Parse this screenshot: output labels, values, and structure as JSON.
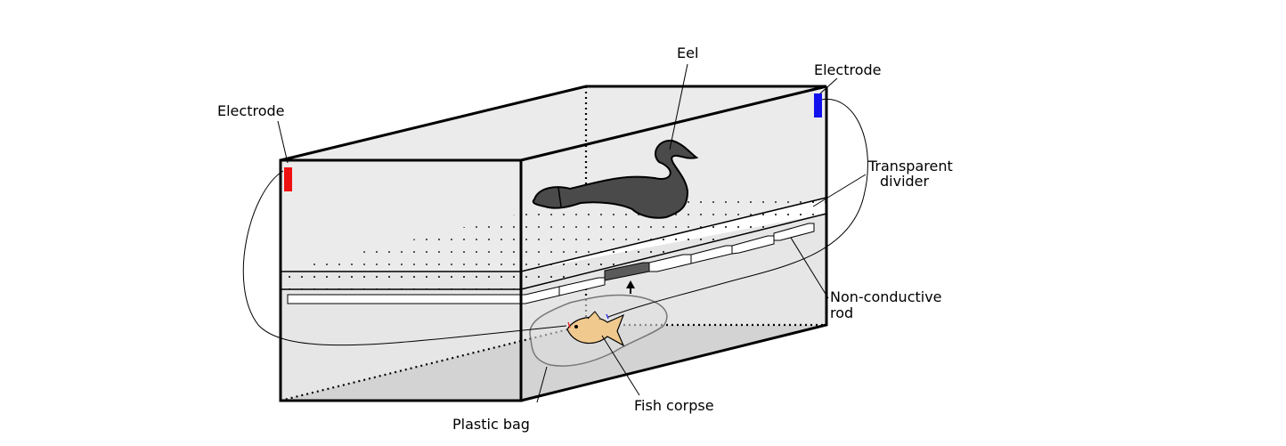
{
  "labels": {
    "eel": "Eel",
    "electrode_left": "Electrode",
    "electrode_right": "Electrode",
    "divider_line1": "Transparent",
    "divider_line2": "divider",
    "rod_line1": "Non-conductive",
    "rod_line2": "rod",
    "plastic_bag": "Plastic bag",
    "fish_corpse": "Fish corpse"
  },
  "colors": {
    "electrode_left": "#ee1111",
    "electrode_right": "#1111ee",
    "tank_top_fill": "#ebebeb",
    "tank_bottom_fill": "#d4d4d4",
    "eel": "#4a4a4a",
    "fish": "#f0c98f",
    "bag": "#dddddd"
  }
}
